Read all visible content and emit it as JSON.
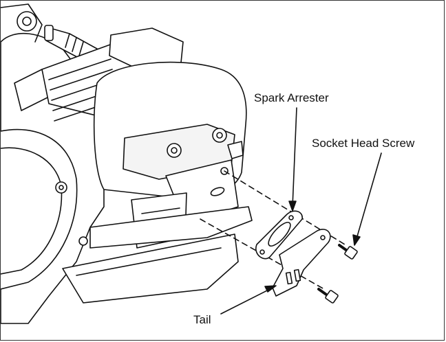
{
  "labels": {
    "spark_arrester": "Spark Arrester",
    "socket_head_screw": "Socket Head Screw",
    "tail": "Tail"
  },
  "colors": {
    "line": "#111111",
    "fill": "#ffffff",
    "shade": "#e6e6e6"
  }
}
